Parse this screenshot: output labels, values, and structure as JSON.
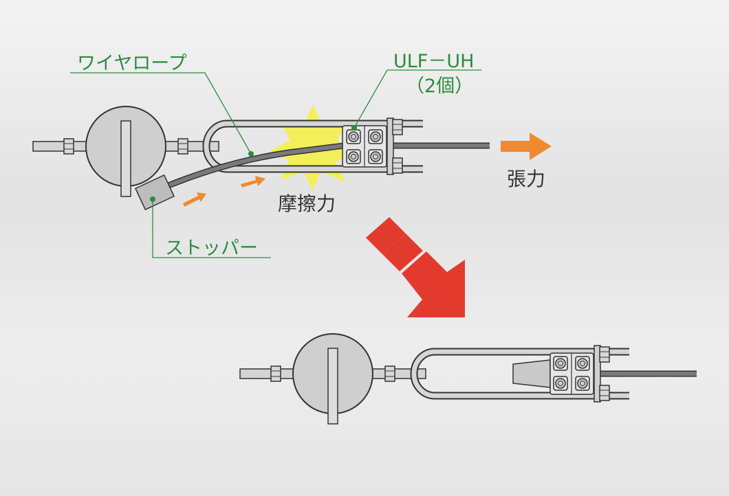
{
  "labels": {
    "wire_rope": "ワイヤロープ",
    "ulf_uh_line1": "ULF－UH",
    "ulf_uh_line2": "（2個）",
    "stopper": "ストッパー",
    "friction": "摩擦力",
    "tension": "張力"
  },
  "colors": {
    "callout_green": "#2e8b3d",
    "arrow_orange": "#f08a30",
    "big_arrow_red": "#e23b2e",
    "burst_yellow": "#f4f04a",
    "metal_fill": "#d4d4d4",
    "outline": "#333333"
  }
}
